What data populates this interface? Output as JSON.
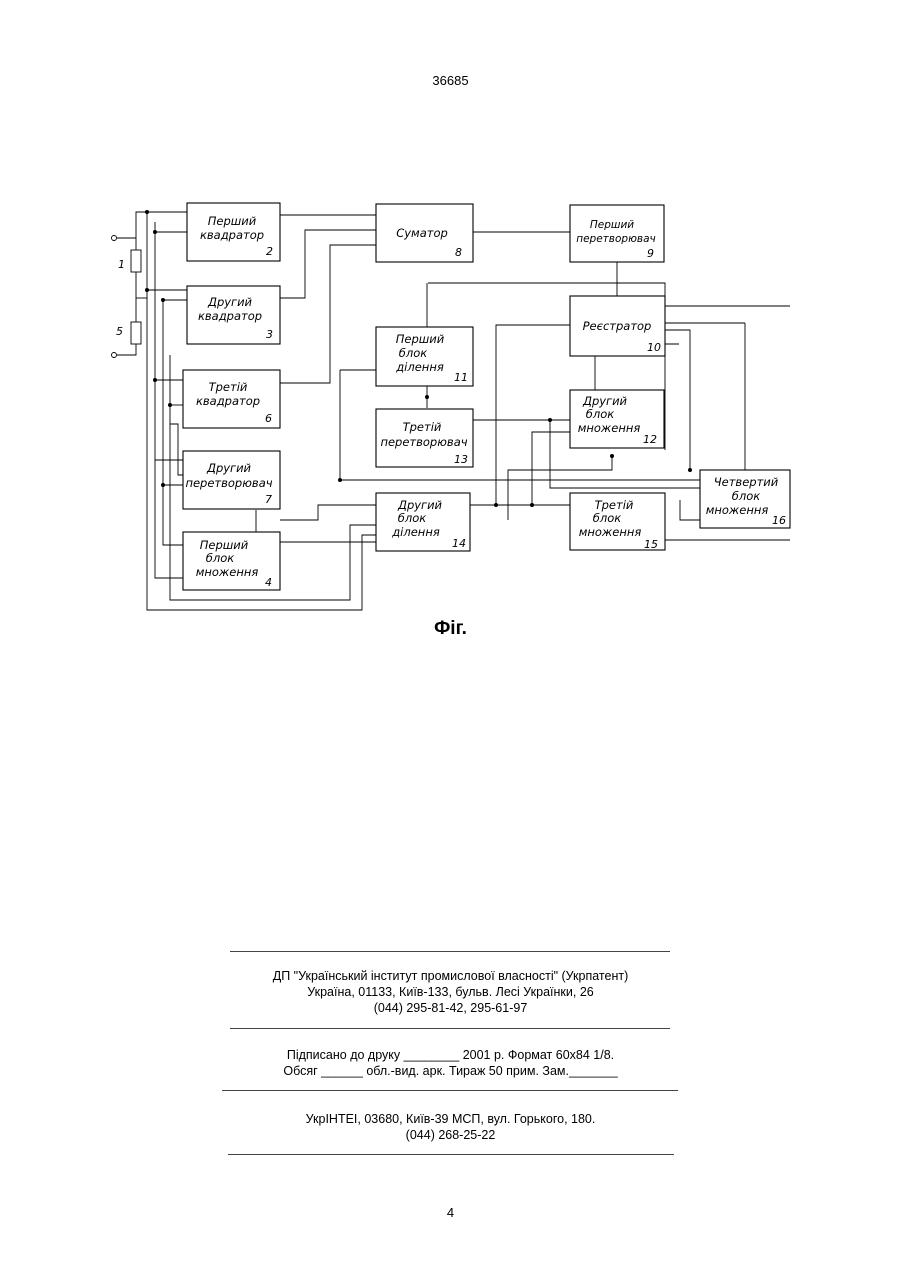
{
  "header": {
    "document_number": "36685"
  },
  "figure": {
    "caption": "Фіг.",
    "resistors": [
      {
        "label": "1"
      },
      {
        "label": "5"
      }
    ],
    "blocks": [
      {
        "id": "b2",
        "lines": [
          "Перший",
          "квадратор"
        ],
        "number": "2"
      },
      {
        "id": "b3",
        "lines": [
          "Другий",
          "квадратор"
        ],
        "number": "3"
      },
      {
        "id": "b6",
        "lines": [
          "Третій",
          "квадратор"
        ],
        "number": "6"
      },
      {
        "id": "b7",
        "lines": [
          "Другий",
          "перетворювач"
        ],
        "number": "7"
      },
      {
        "id": "b4",
        "lines": [
          "Перший",
          "блок",
          "множення"
        ],
        "number": "4"
      },
      {
        "id": "b8",
        "lines": [
          "Суматор"
        ],
        "number": "8"
      },
      {
        "id": "b11",
        "lines": [
          "Перший",
          "блок",
          "ділення"
        ],
        "number": "11"
      },
      {
        "id": "b13",
        "lines": [
          "Третій",
          "перетворювач"
        ],
        "number": "13"
      },
      {
        "id": "b14",
        "lines": [
          "Другий",
          "блок",
          "ділення"
        ],
        "number": "14"
      },
      {
        "id": "b9",
        "lines": [
          "Перший",
          "перетворювач"
        ],
        "number": "9"
      },
      {
        "id": "b10",
        "lines": [
          "Реєстратор"
        ],
        "number": "10"
      },
      {
        "id": "b12",
        "lines": [
          "Другий",
          "блок",
          "множення"
        ],
        "number": "12"
      },
      {
        "id": "b15",
        "lines": [
          "Третій",
          "блок",
          "множення"
        ],
        "number": "15"
      },
      {
        "id": "b16",
        "lines": [
          "Четвертий",
          "блок",
          "множення"
        ],
        "number": "16"
      }
    ]
  },
  "imprint": {
    "publisher": "ДП \"Український інститут промислової власності\" (Укрпатент)",
    "address": "Україна, 01133, Київ-133, бульв. Лесі Українки, 26",
    "phones": "(044) 295-81-42, 295-61-97",
    "signed_line": "Підписано до друку ________ 2001 р.    Формат 60х84 1/8.",
    "volume_line": "Обсяг ______ обл.-вид. арк.   Тираж 50 прим.    Зам._______",
    "printer": "УкрІНТЕІ, 03680, Київ-39 МСП, вул. Горького, 180.",
    "printer_phone": "(044) 268-25-22"
  },
  "footer": {
    "page_number": "4"
  }
}
